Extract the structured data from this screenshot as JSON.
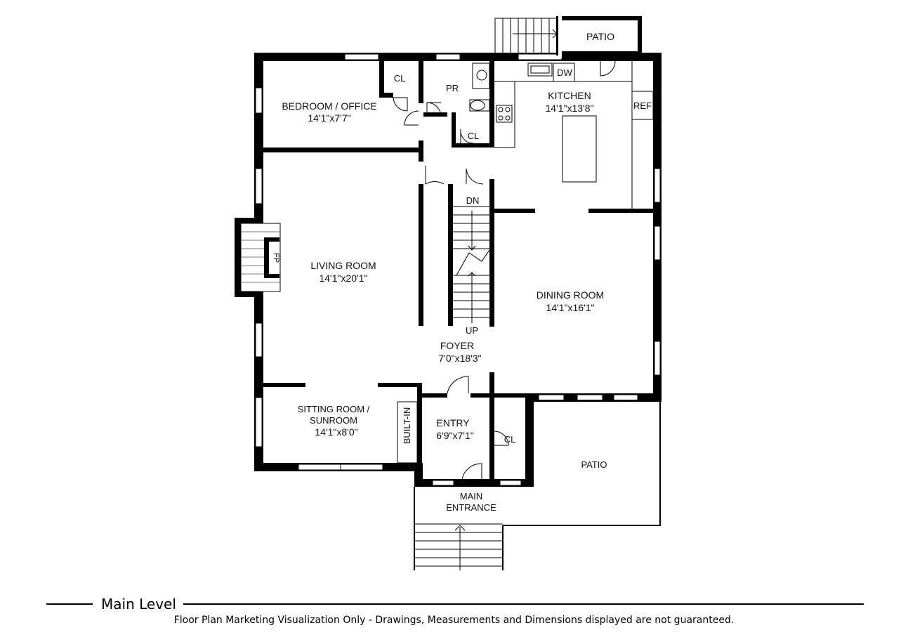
{
  "rooms": {
    "patio_top": "PATIO",
    "closet_a": "CL",
    "powder": "PR",
    "dishwasher": "DW",
    "kitchen_name": "KITCHEN",
    "kitchen_dim": "14'1\"x13'8\"",
    "fridge": "REF",
    "bedroom_name": "BEDROOM / OFFICE",
    "bedroom_dim": "14'1\"x7'7\"",
    "closet_b": "CL",
    "stair_down": "DN",
    "fireplace": "FP",
    "living_name": "LIVING ROOM",
    "living_dim": "14'1\"x20'1\"",
    "dining_name": "DINING ROOM",
    "dining_dim": "14'1\"x16'1\"",
    "stair_up": "UP",
    "foyer_name": "FOYER",
    "foyer_dim": "7'0\"x18'3\"",
    "sitting_name_1": "SITTING ROOM /",
    "sitting_name_2": "SUNROOM",
    "sitting_dim": "14'1\"x8'0\"",
    "built_in": "BUILT-IN",
    "entry_name": "ENTRY",
    "entry_dim": "6'9\"x7'1\"",
    "closet_c": "CL",
    "patio_right": "PATIO",
    "main_entrance_1": "MAIN",
    "main_entrance_2": "ENTRANCE"
  },
  "footer": {
    "level": "Main Level",
    "disclaimer": "Floor Plan Marketing Visualization Only - Drawings, Measurements and Dimensions displayed are not guaranteed."
  }
}
